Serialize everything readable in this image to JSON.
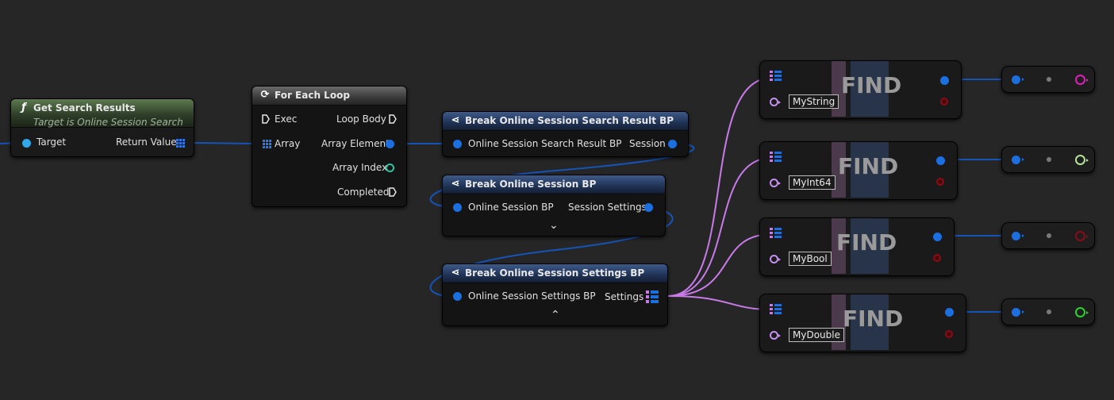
{
  "colors": {
    "background": "#262626",
    "wire_struct": "#1554b8",
    "wire_map": "#c87be8",
    "string_pin": "#e01fb8",
    "int64_pin": "#b5e29a",
    "bool_pin": "#8a0c18",
    "double_pin": "#2fd12f"
  },
  "get_search_results": {
    "icon": "function-icon",
    "title": "Get Search Results",
    "subtitle": "Target is Online Session Search",
    "target_label": "Target",
    "return_label": "Return Value"
  },
  "for_each_loop": {
    "icon": "loop-icon",
    "title": "For Each Loop",
    "exec_label": "Exec",
    "array_label": "Array",
    "loop_body_label": "Loop Body",
    "array_element_label": "Array Element",
    "array_index_label": "Array Index",
    "completed_label": "Completed"
  },
  "break_search_result": {
    "icon": "break-struct-icon",
    "title": "Break Online Session Search Result BP",
    "input_label": "Online Session Search Result BP",
    "output_label": "Session"
  },
  "break_session": {
    "icon": "break-struct-icon",
    "title": "Break Online Session BP",
    "input_label": "Online Session BP",
    "output_label": "Session Settings",
    "expand_icon": "chevron-down-icon"
  },
  "break_settings": {
    "icon": "break-struct-icon",
    "title": "Break Online Session Settings BP",
    "input_label": "Online Session Settings BP",
    "output_label": "Settings",
    "collapse_icon": "chevron-up-icon"
  },
  "find_nodes": [
    {
      "title": "FIND",
      "key": "MyString"
    },
    {
      "title": "FIND",
      "key": "MyInt64"
    },
    {
      "title": "FIND",
      "key": "MyBool"
    },
    {
      "title": "FIND",
      "key": "MyDouble"
    }
  ],
  "convert_nodes": [
    {
      "output_type": "string"
    },
    {
      "output_type": "int64"
    },
    {
      "output_type": "bool"
    },
    {
      "output_type": "double"
    }
  ]
}
